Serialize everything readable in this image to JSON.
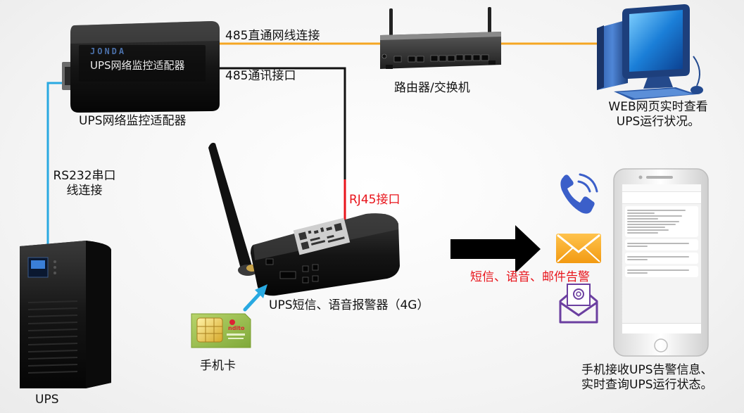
{
  "labels": {
    "link_485_direct": "485直通网线连接",
    "link_485_comm": "485通讯接口",
    "router": "路由器/交换机",
    "web_line1": "WEB网页实时查看",
    "web_line2": "UPS运行状况。",
    "adapter": "UPS网络监控适配器",
    "adapter_face_text": "UPS网络监控适配器",
    "adapter_brand": "JONDA",
    "rs232_line1": "RS232串口",
    "rs232_line2": "线连接",
    "rj45": "RJ45接口",
    "alarm_device": "UPS短信、语音报警器（4G）",
    "alert_types": "短信、语音、邮件告警",
    "sim_card": "手机卡",
    "sim_brand": "ndito",
    "ups": "UPS",
    "phone_line1": "手机接收UPS告警信息、",
    "phone_line2": "实时查询UPS运行状态。"
  },
  "icons": [
    "router-icon",
    "computer-icon",
    "phone-call-icon",
    "envelope-icon",
    "email-icon",
    "arrow-icon",
    "sim-card-icon",
    "ups-icon",
    "alarm-device-icon",
    "adapter-icon",
    "smartphone-icon"
  ],
  "colors": {
    "cable_orange": "#f5a623",
    "cable_blue": "#29a9e1",
    "cable_black": "#111111",
    "cable_red": "#e8141b",
    "alert_red": "#e8141b",
    "phone_icon_blue": "#3b5fc9",
    "envelope_orange": "#f6a623",
    "email_purple": "#6b3fa0"
  }
}
